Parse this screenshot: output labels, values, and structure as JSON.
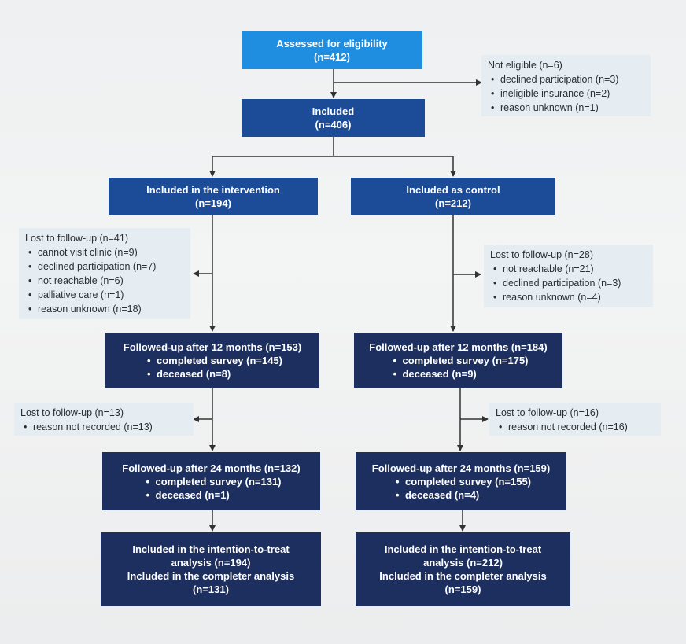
{
  "colors": {
    "top_box": "#1f8ee0",
    "mid_box": "#1c4c98",
    "dark_box": "#1d2f5e",
    "note_bg": "#e6edf2"
  },
  "assessed": {
    "title": "Assessed for eligibility",
    "n": "(n=412)"
  },
  "not_eligible": {
    "title": "Not eligible (n=6)",
    "items": [
      "declined participation (n=3)",
      "ineligible insurance (n=2)",
      "reason unknown (n=1)"
    ]
  },
  "included": {
    "title": "Included",
    "n": "(n=406)"
  },
  "intervention": {
    "title": "Included in the intervention",
    "n": "(n=194)",
    "lost1": {
      "title": "Lost to follow-up (n=41)",
      "items": [
        "cannot visit clinic (n=9)",
        "declined participation (n=7)",
        "not reachable (n=6)",
        "palliative care (n=1)",
        "reason unknown (n=18)"
      ]
    },
    "fu12": {
      "title": "Followed-up after 12 months (n=153)",
      "items": [
        "completed survey (n=145)",
        "deceased (n=8)"
      ]
    },
    "lost2": {
      "title": "Lost to follow-up (n=13)",
      "items": [
        "reason not recorded (n=13)"
      ]
    },
    "fu24": {
      "title": "Followed-up after 24 months (n=132)",
      "items": [
        "completed survey (n=131)",
        "deceased (n=1)"
      ]
    },
    "final": {
      "line1": "Included in the intention-to-treat",
      "line2": "analysis (n=194)",
      "line3": "Included in the completer analysis",
      "line4": "(n=131)"
    }
  },
  "control": {
    "title": "Included as control",
    "n": "(n=212)",
    "lost1": {
      "title": "Lost to follow-up (n=28)",
      "items": [
        "not reachable (n=21)",
        "declined participation (n=3)",
        "reason unknown (n=4)"
      ]
    },
    "fu12": {
      "title": "Followed-up after 12 months (n=184)",
      "items": [
        "completed survey (n=175)",
        "deceased (n=9)"
      ]
    },
    "lost2": {
      "title": "Lost to follow-up (n=16)",
      "items": [
        "reason not recorded (n=16)"
      ]
    },
    "fu24": {
      "title": "Followed-up after 24 months (n=159)",
      "items": [
        "completed survey (n=155)",
        "deceased (n=4)"
      ]
    },
    "final": {
      "line1": "Included in the intention-to-treat",
      "line2": "analysis (n=212)",
      "line3": "Included in the completer analysis",
      "line4": "(n=159)"
    }
  }
}
